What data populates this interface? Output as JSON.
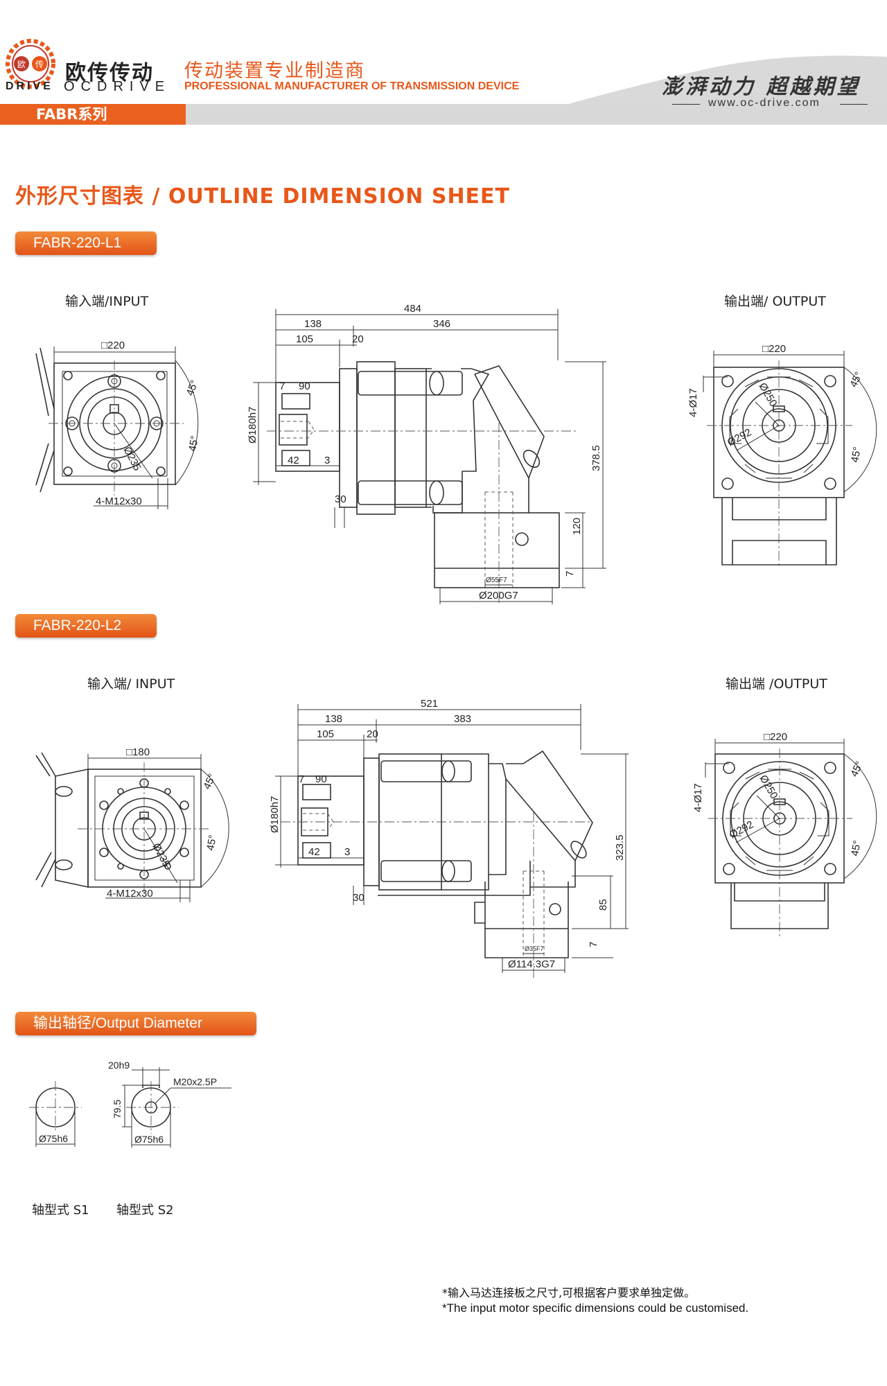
{
  "header": {
    "brand_cn": "欧传传动",
    "brand_en_left": "DRIVE",
    "brand_en_right": "OCDRIVE",
    "logo_badge_1": "欧",
    "logo_badge_2": "传",
    "tagline_cn": "传动装置专业制造商",
    "tagline_en": "PROFESSIONAL MANUFACTURER OF TRANSMISSION DEVICE",
    "slogan": "澎湃动力 超越期望",
    "website": "www.oc-drive.com",
    "series": "FABR系列",
    "accent_color": "#e8571a"
  },
  "title": "外形尺寸图表 / OUTLINE DIMENSION SHEET",
  "sections": [
    {
      "model": "FABR-220-L1",
      "input_label": "输入端/INPUT",
      "output_label": "输出端/ OUTPUT",
      "input_dims": {
        "square": "□220",
        "pcd": "Ø235",
        "bolt": "4-M12x30",
        "angle1": "45°",
        "angle2": "45°"
      },
      "side_dims": {
        "total": "484",
        "d138": "138",
        "d346": "346",
        "d105": "105",
        "d20": "20",
        "d7": "7",
        "d90": "90",
        "d180": "Ø180h7",
        "d42": "42",
        "d3": "3",
        "d30": "30",
        "h378": "378.5",
        "h120": "120",
        "h7": "7",
        "d55": "Ø55F7",
        "d200": "Ø200G7"
      },
      "output_dims": {
        "square": "□220",
        "holes": "4-Ø17",
        "d250": "Ø250",
        "d292": "Ø292",
        "angle1": "45°",
        "angle2": "45°"
      }
    },
    {
      "model": "FABR-220-L2",
      "input_label": "输入端/ INPUT",
      "output_label": "输出端 /OUTPUT",
      "input_dims": {
        "square": "□180",
        "pcd": "Ø235",
        "bolt": "4-M12x30",
        "angle1": "45°",
        "angle2": "45°"
      },
      "side_dims": {
        "total": "521",
        "d138": "138",
        "d383": "383",
        "d105": "105",
        "d20": "20",
        "d7": "7",
        "d90": "90",
        "d180": "Ø180h7",
        "d42": "42",
        "d3": "3",
        "d30": "30",
        "h323": "323.5",
        "h85": "85",
        "h7": "7",
        "d35": "Ø35F7",
        "d114": "Ø114.3G7"
      },
      "output_dims": {
        "square": "□220",
        "holes": "4-Ø17",
        "d250": "Ø250",
        "d292": "Ø292",
        "angle1": "45°",
        "angle2": "45°"
      }
    }
  ],
  "output_diameter": {
    "title": "输出轴径/Output Diameter",
    "s1_dia": "Ø75h6",
    "s2_dia": "Ø75h6",
    "s2_key": "20h9",
    "s2_height": "79.5",
    "s2_thread": "M20x2.5P",
    "s1_label": "轴型式 S1",
    "s2_label": "轴型式 S2"
  },
  "notes": {
    "cn": "*输入马达连接板之尺寸,可根据客户要求单独定做。",
    "en": "*The input motor specific dimensions could be customised."
  }
}
